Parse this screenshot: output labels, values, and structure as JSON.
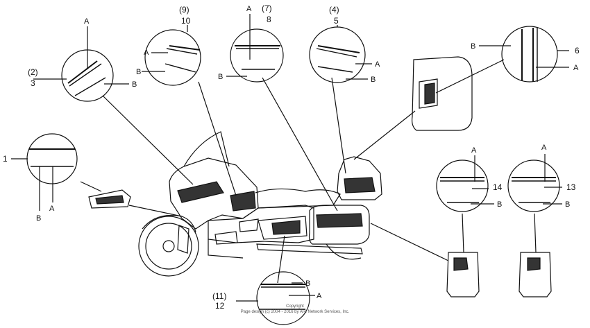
{
  "callouts": {
    "c1": {
      "num": "1"
    },
    "c2": {
      "paren": "(2)",
      "num": "3"
    },
    "c3": {
      "paren": "(9)",
      "num": "10"
    },
    "c4": {
      "paren": "(7)",
      "num": "8"
    },
    "c5": {
      "paren": "(4)",
      "num": "5"
    },
    "c6": {
      "num": "6"
    },
    "c7": {
      "num": "14"
    },
    "c8": {
      "num": "13"
    },
    "c9": {
      "paren": "(11)",
      "num": "12"
    }
  },
  "letters": {
    "a": "A",
    "b": "B"
  },
  "footer": {
    "line1": "Copyright",
    "line2": "Page design (c) 2004 - 2016 by ARI Network Services, Inc."
  }
}
